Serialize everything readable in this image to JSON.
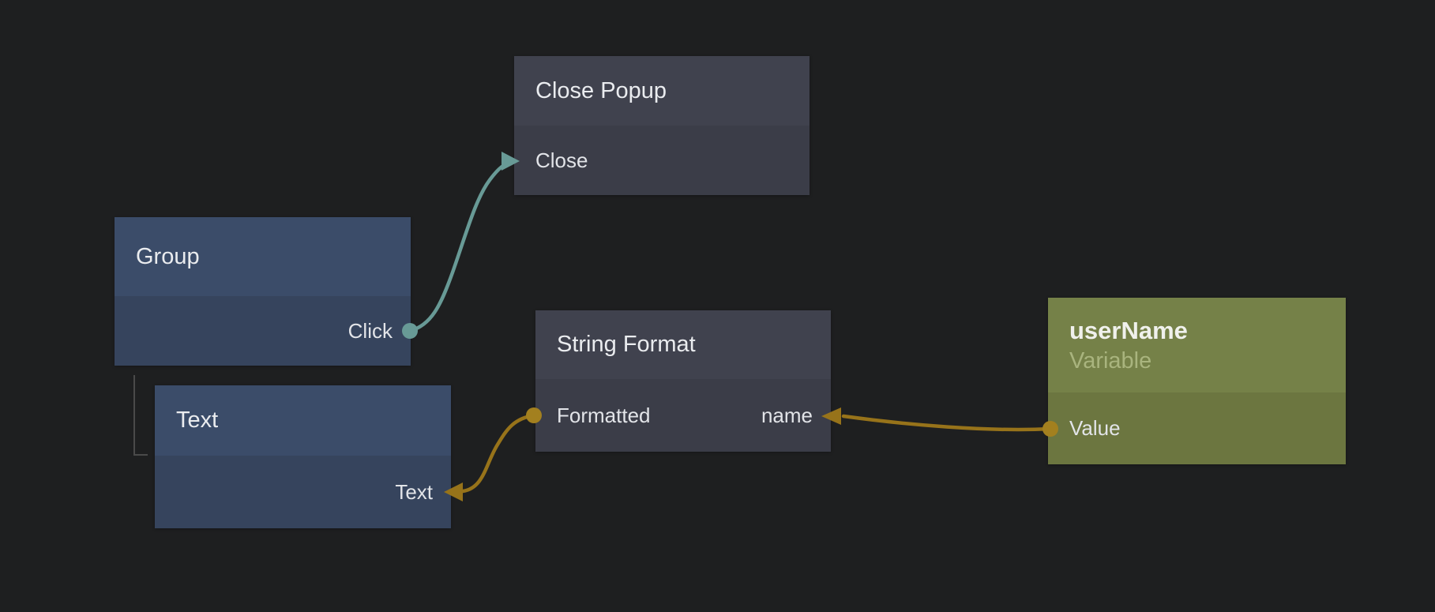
{
  "colors": {
    "background": "#1e1f20",
    "gray_node_header": "#40424e",
    "gray_node_body": "#3b3d48",
    "blue_node_header": "#3b4c69",
    "blue_node_body": "#36445d",
    "olive_node_header": "#758148",
    "olive_node_body": "#6c7640",
    "connection_signal": "#689a96",
    "connection_data": "#97731a",
    "connection_data_dot": "#a3801f",
    "hierarchy_line": "#4a4a4a"
  },
  "nodes": {
    "close_popup": {
      "title": "Close Popup",
      "ports": {
        "close": {
          "label": "Close",
          "direction": "input"
        }
      }
    },
    "group": {
      "title": "Group",
      "ports": {
        "click": {
          "label": "Click",
          "direction": "output"
        }
      }
    },
    "text": {
      "title": "Text",
      "ports": {
        "text": {
          "label": "Text",
          "direction": "input"
        }
      }
    },
    "string_format": {
      "title": "String Format",
      "ports": {
        "formatted": {
          "label": "Formatted",
          "direction": "output"
        },
        "name": {
          "label": "name",
          "direction": "input"
        }
      }
    },
    "user_name": {
      "title": "userName",
      "subtitle": "Variable",
      "ports": {
        "value": {
          "label": "Value",
          "direction": "output"
        }
      }
    }
  },
  "connections": [
    {
      "from": "Group.Click",
      "to": "Close Popup.Close"
    },
    {
      "from": "String Format.Formatted",
      "to": "Text.Text"
    },
    {
      "from": "userName.Value",
      "to": "String Format.name"
    }
  ],
  "hierarchy": [
    {
      "parent": "Group",
      "child": "Text"
    }
  ]
}
